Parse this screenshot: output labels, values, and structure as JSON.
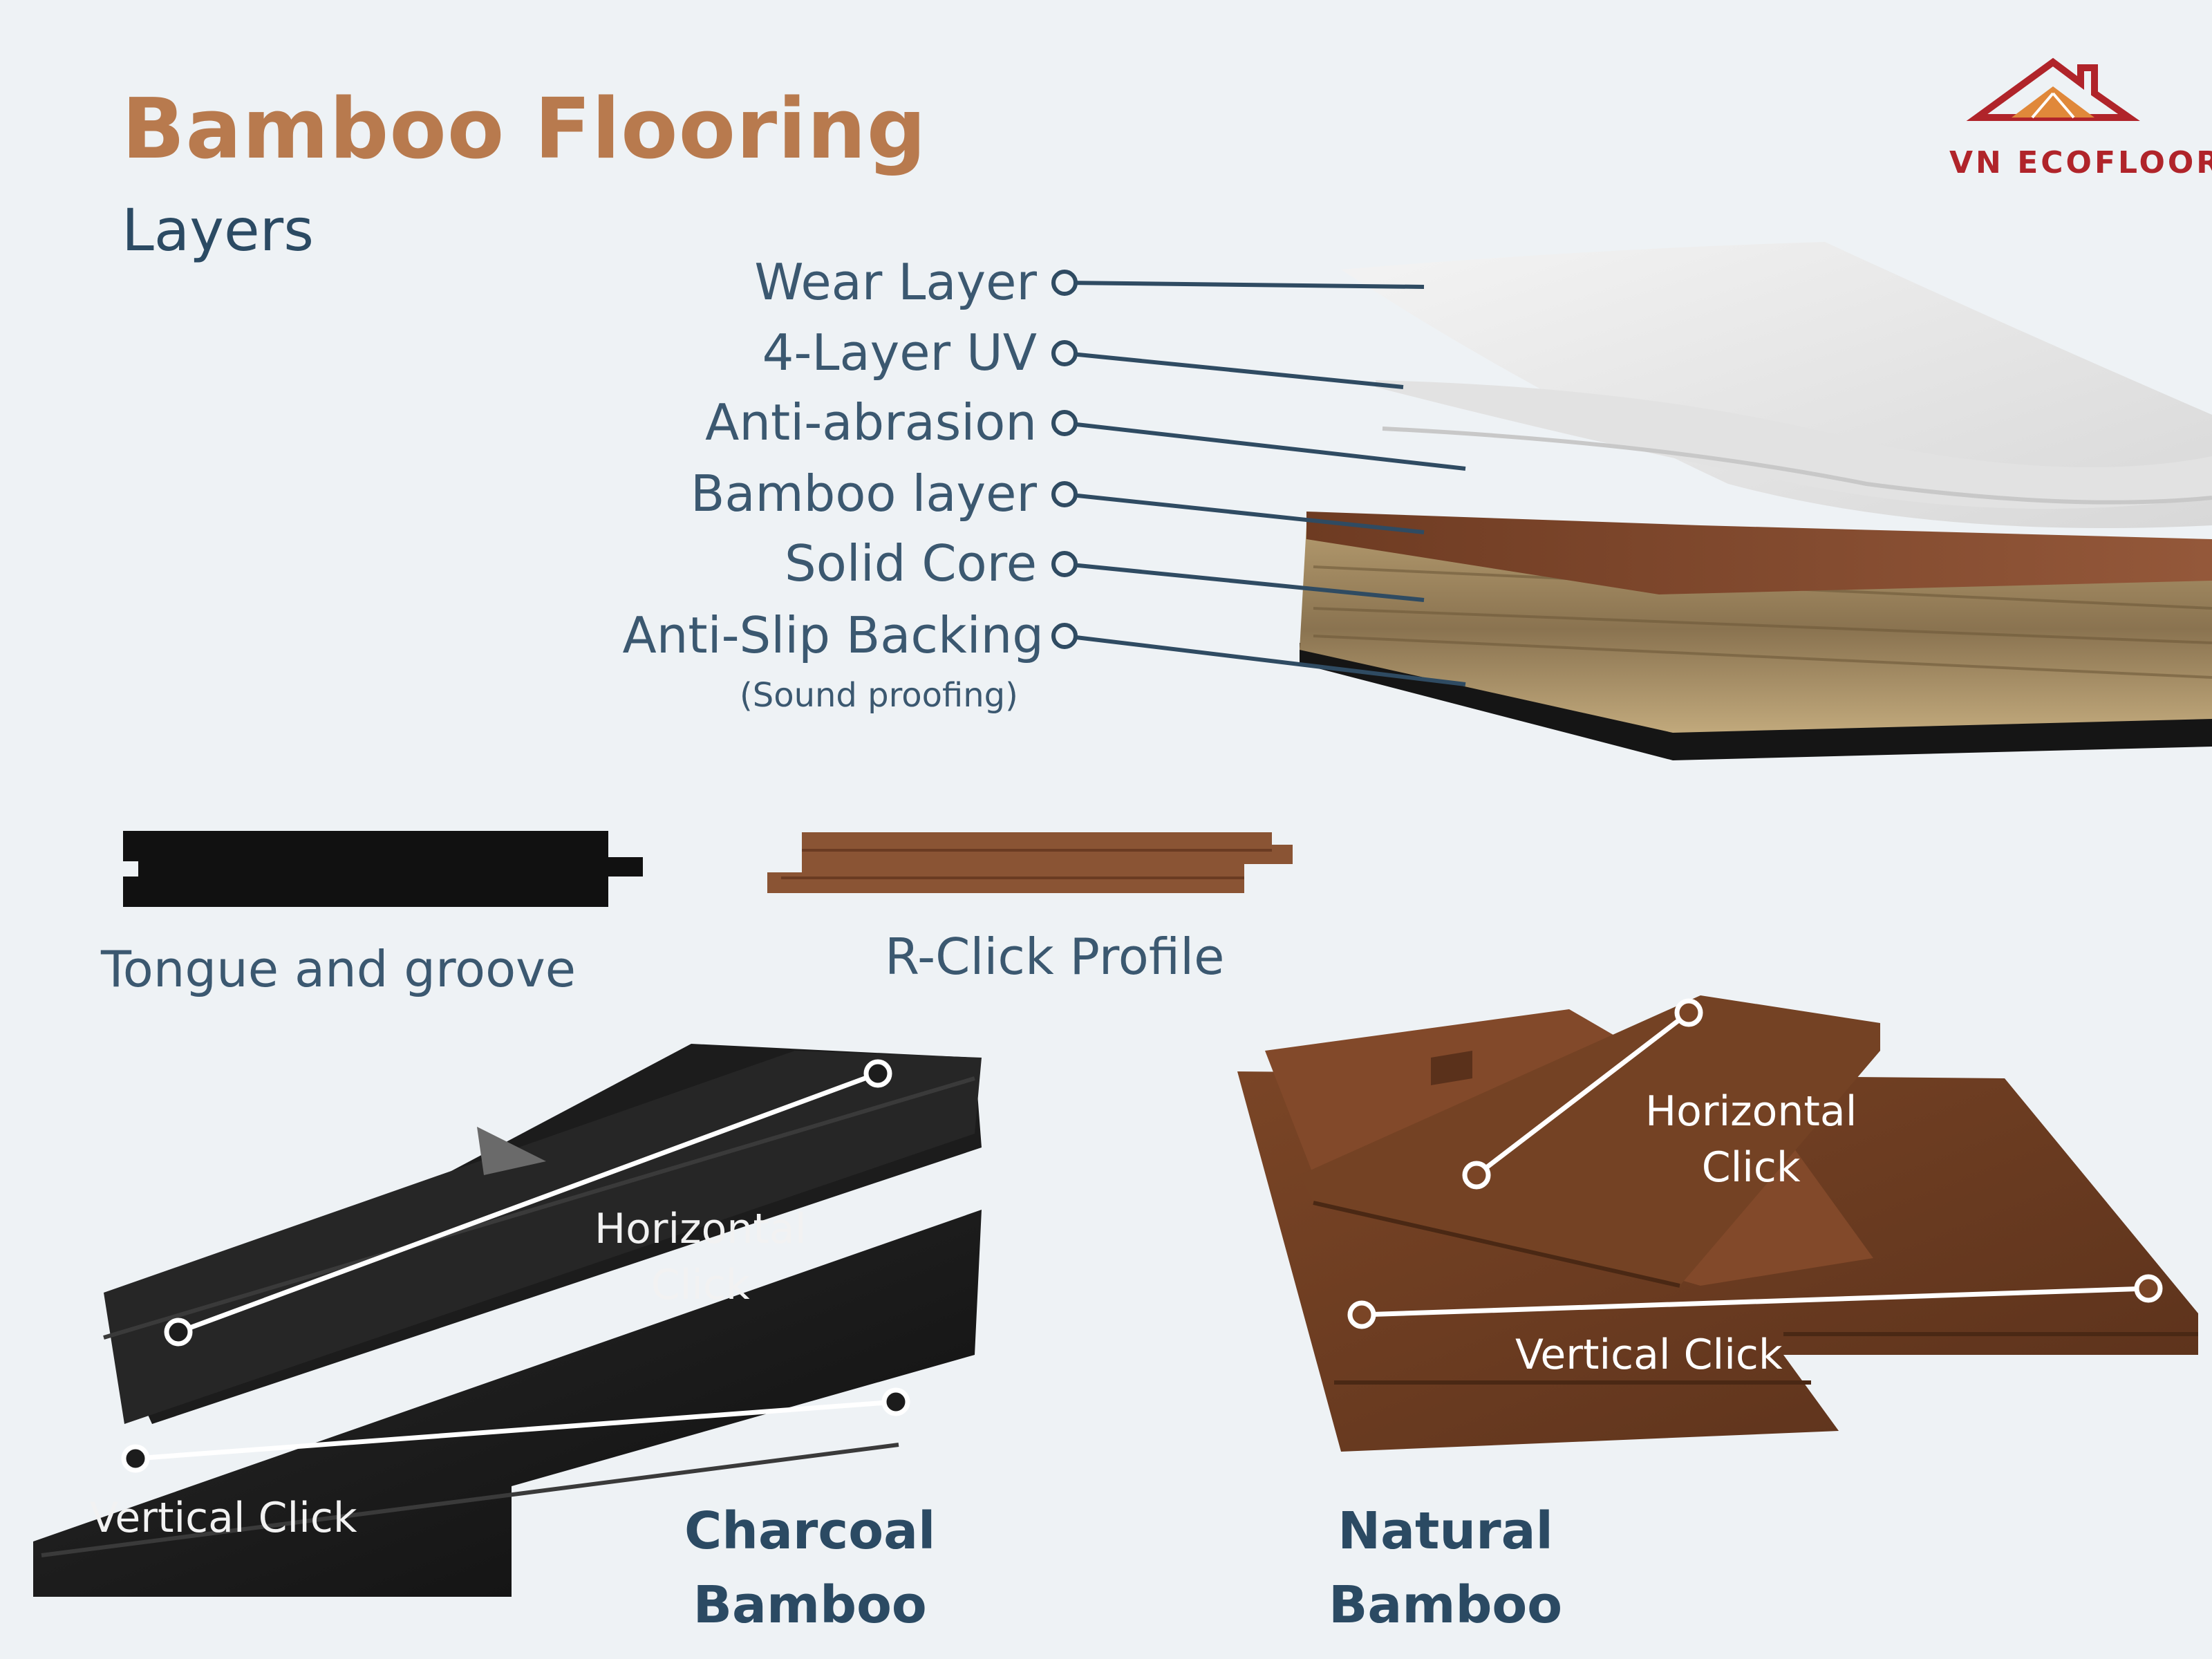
{
  "header": {
    "title": "Bamboo Flooring",
    "subtitle": "Layers"
  },
  "brand": {
    "name": "VN ECOFLOOR",
    "color": "#b0242a"
  },
  "layers": {
    "items": [
      {
        "label": "Wear Layer"
      },
      {
        "label": "4-Layer UV"
      },
      {
        "label": "Anti-abrasion"
      },
      {
        "label": "Bamboo layer"
      },
      {
        "label": "Solid Core"
      },
      {
        "label": "Anti-Slip Backing"
      }
    ],
    "note": "(Sound proofing)"
  },
  "profiles": {
    "tongue_groove": "Tongue and groove",
    "r_click": "R-Click Profile"
  },
  "products": {
    "charcoal": {
      "name_line1": "Charcoal",
      "name_line2": "Bamboo",
      "horizontal_line1": "Horizontal",
      "horizontal_line2": "Click",
      "vertical": "Vertical Click",
      "color": "#1a1a1a"
    },
    "natural": {
      "name_line1": "Natural",
      "name_line2": "Bamboo",
      "horizontal_line1": "Horizontal",
      "horizontal_line2": "Click",
      "vertical": "Vertical Click",
      "color": "#7a4a2a"
    }
  },
  "colors": {
    "title": "#b87a4e",
    "text": "#3b5870",
    "background": "#eef2f5"
  }
}
